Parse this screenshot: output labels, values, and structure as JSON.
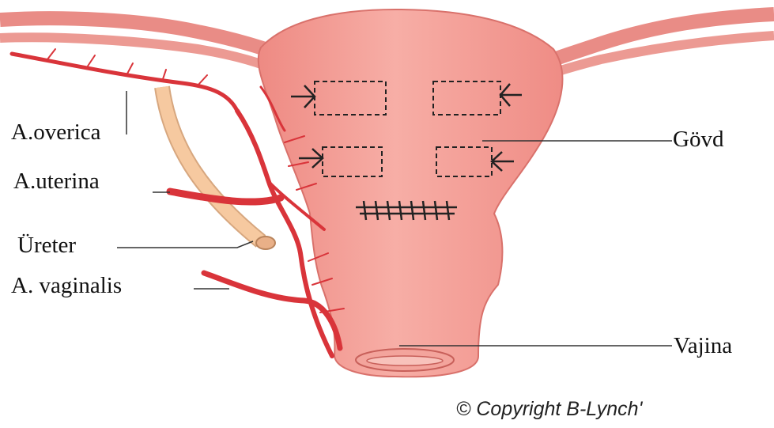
{
  "labels": {
    "overica": "A.overica",
    "uterina": "A.uterina",
    "ureter": "Üreter",
    "vaginalis": "A. vaginalis",
    "govde": "Gövd",
    "vajina": "Vajina"
  },
  "copyright": "© Copyright B-Lynch'",
  "colors": {
    "tissue": "#f2958d",
    "tissue_dark": "#e06b64",
    "artery": "#d9343a",
    "ureter": "#f6c9a0"
  }
}
